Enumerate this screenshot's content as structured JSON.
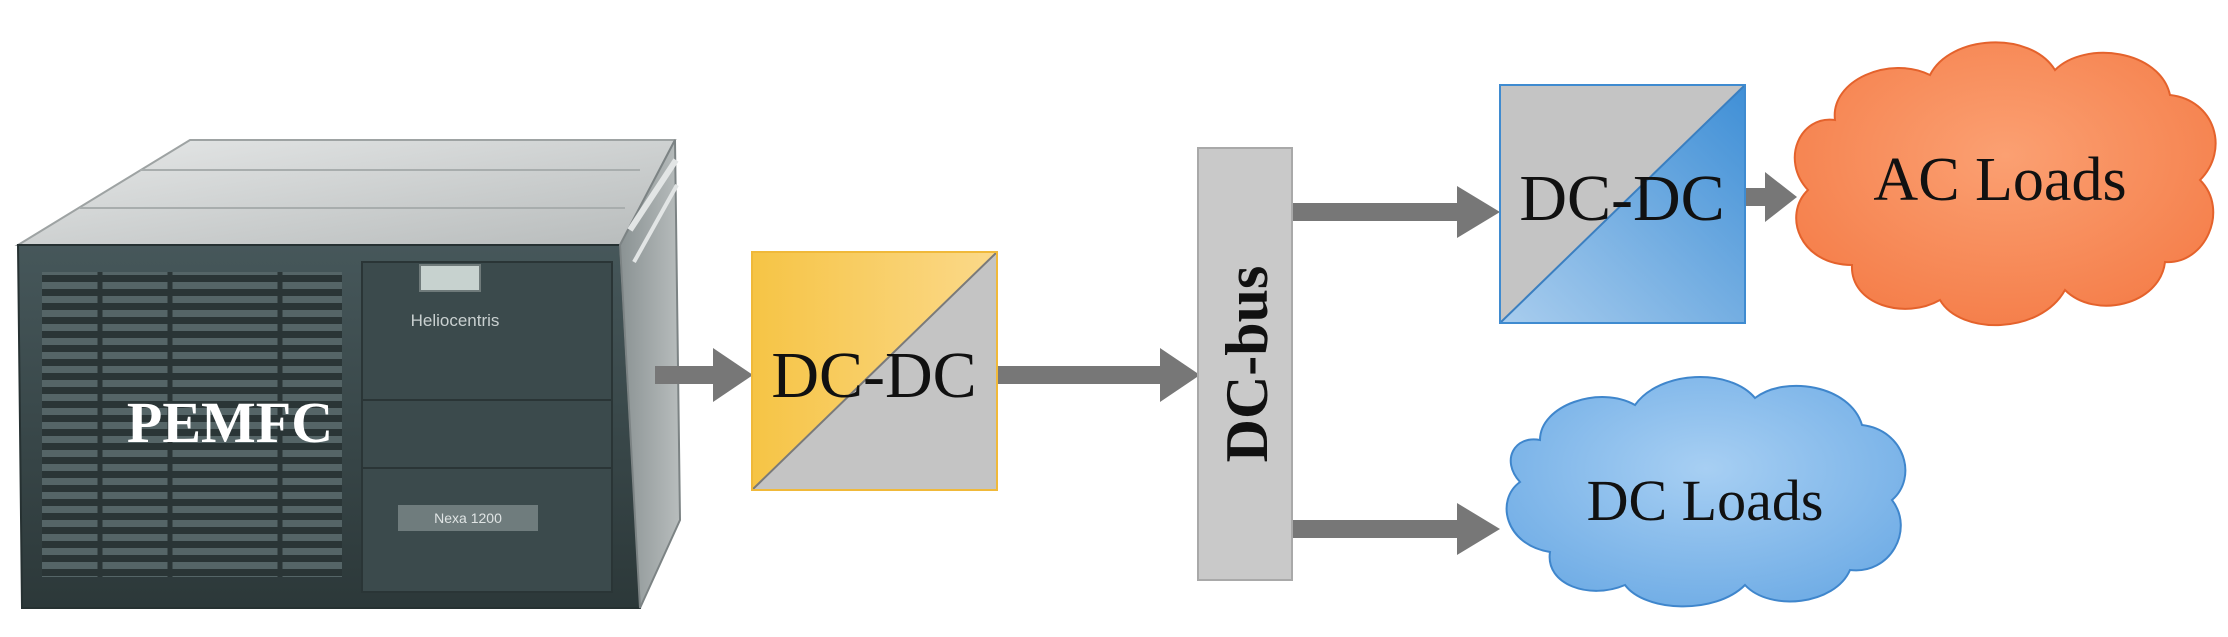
{
  "diagram": {
    "fuel_cell": {
      "label": "PEMFC",
      "brand": "Heliocentris",
      "model": "Nexa 1200"
    },
    "converter_1": {
      "label": "DC-DC"
    },
    "bus": {
      "label": "DC-bus"
    },
    "converter_2": {
      "label": "DC-DC"
    },
    "ac_loads": {
      "label": "AC Loads"
    },
    "dc_loads": {
      "label": "DC Loads"
    }
  },
  "colors": {
    "arrow": "#777777",
    "converter_grey": "#c4c4c4",
    "converter_1_accent": "#f7c648",
    "converter_2_accent": "#4d9bdc",
    "bus_fill": "#c9c9c9",
    "ac_cloud": "#f68c5e",
    "ac_cloud_stroke": "#e8652f",
    "dc_cloud": "#8ec0ee",
    "dc_cloud_stroke": "#4a8fd0",
    "unit_body": "#3c4a4b",
    "unit_top": "#cfd2d2"
  }
}
